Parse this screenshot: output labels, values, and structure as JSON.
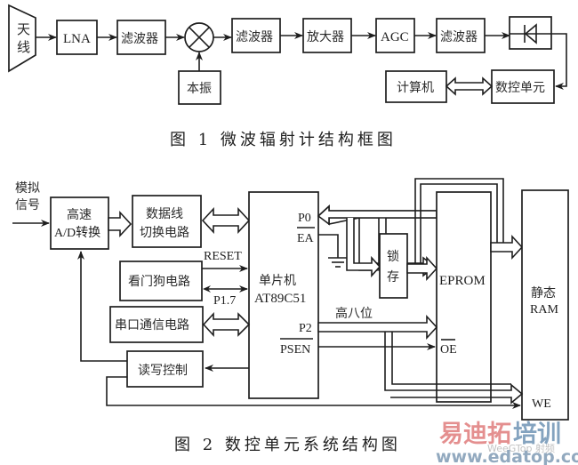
{
  "figure1": {
    "caption": "图 1  微波辐射计结构框图",
    "blocks": {
      "antenna": [
        "天",
        "线"
      ],
      "lna": "LNA",
      "filter1": "滤波器",
      "local_oscillator": "本振",
      "filter2": "滤波器",
      "amplifier": "放大器",
      "agc": "AGC",
      "filter3": "滤波器",
      "computer": "计算机",
      "control_unit": "数控单元"
    },
    "symbols": {
      "mixer": "mixer-icon",
      "detector": "diode-icon"
    }
  },
  "figure2": {
    "caption": "图 2  数控单元系统结构图",
    "input_label": [
      "模拟",
      "信号"
    ],
    "blocks": {
      "adc": [
        "高速",
        "A/D转换"
      ],
      "bus_switch": [
        "数据线",
        "切换电路"
      ],
      "watchdog": "看门狗电路",
      "serial": "串口通信电路",
      "rw_control": "读写控制",
      "mcu": [
        "单片机",
        "AT89C51"
      ],
      "latch": [
        "锁",
        "存"
      ],
      "eprom": "EPROM",
      "ram": [
        "静态",
        "RAM"
      ]
    },
    "signals": {
      "reset": "RESET",
      "p17": "P1.7",
      "p0": "P0",
      "ea": "EA",
      "p2": "P2",
      "psen": "PSEN",
      "high8": "高八位",
      "oe": "OE",
      "we": "WE"
    }
  },
  "watermark": {
    "brand_cn_part1": "易迪拓",
    "brand_cn_part2": "培训",
    "url": "www.edatop.com",
    "sub": "WeeGTop 射频",
    "colors": {
      "red": "#e07c7c",
      "blue": "#6f93b5"
    }
  }
}
